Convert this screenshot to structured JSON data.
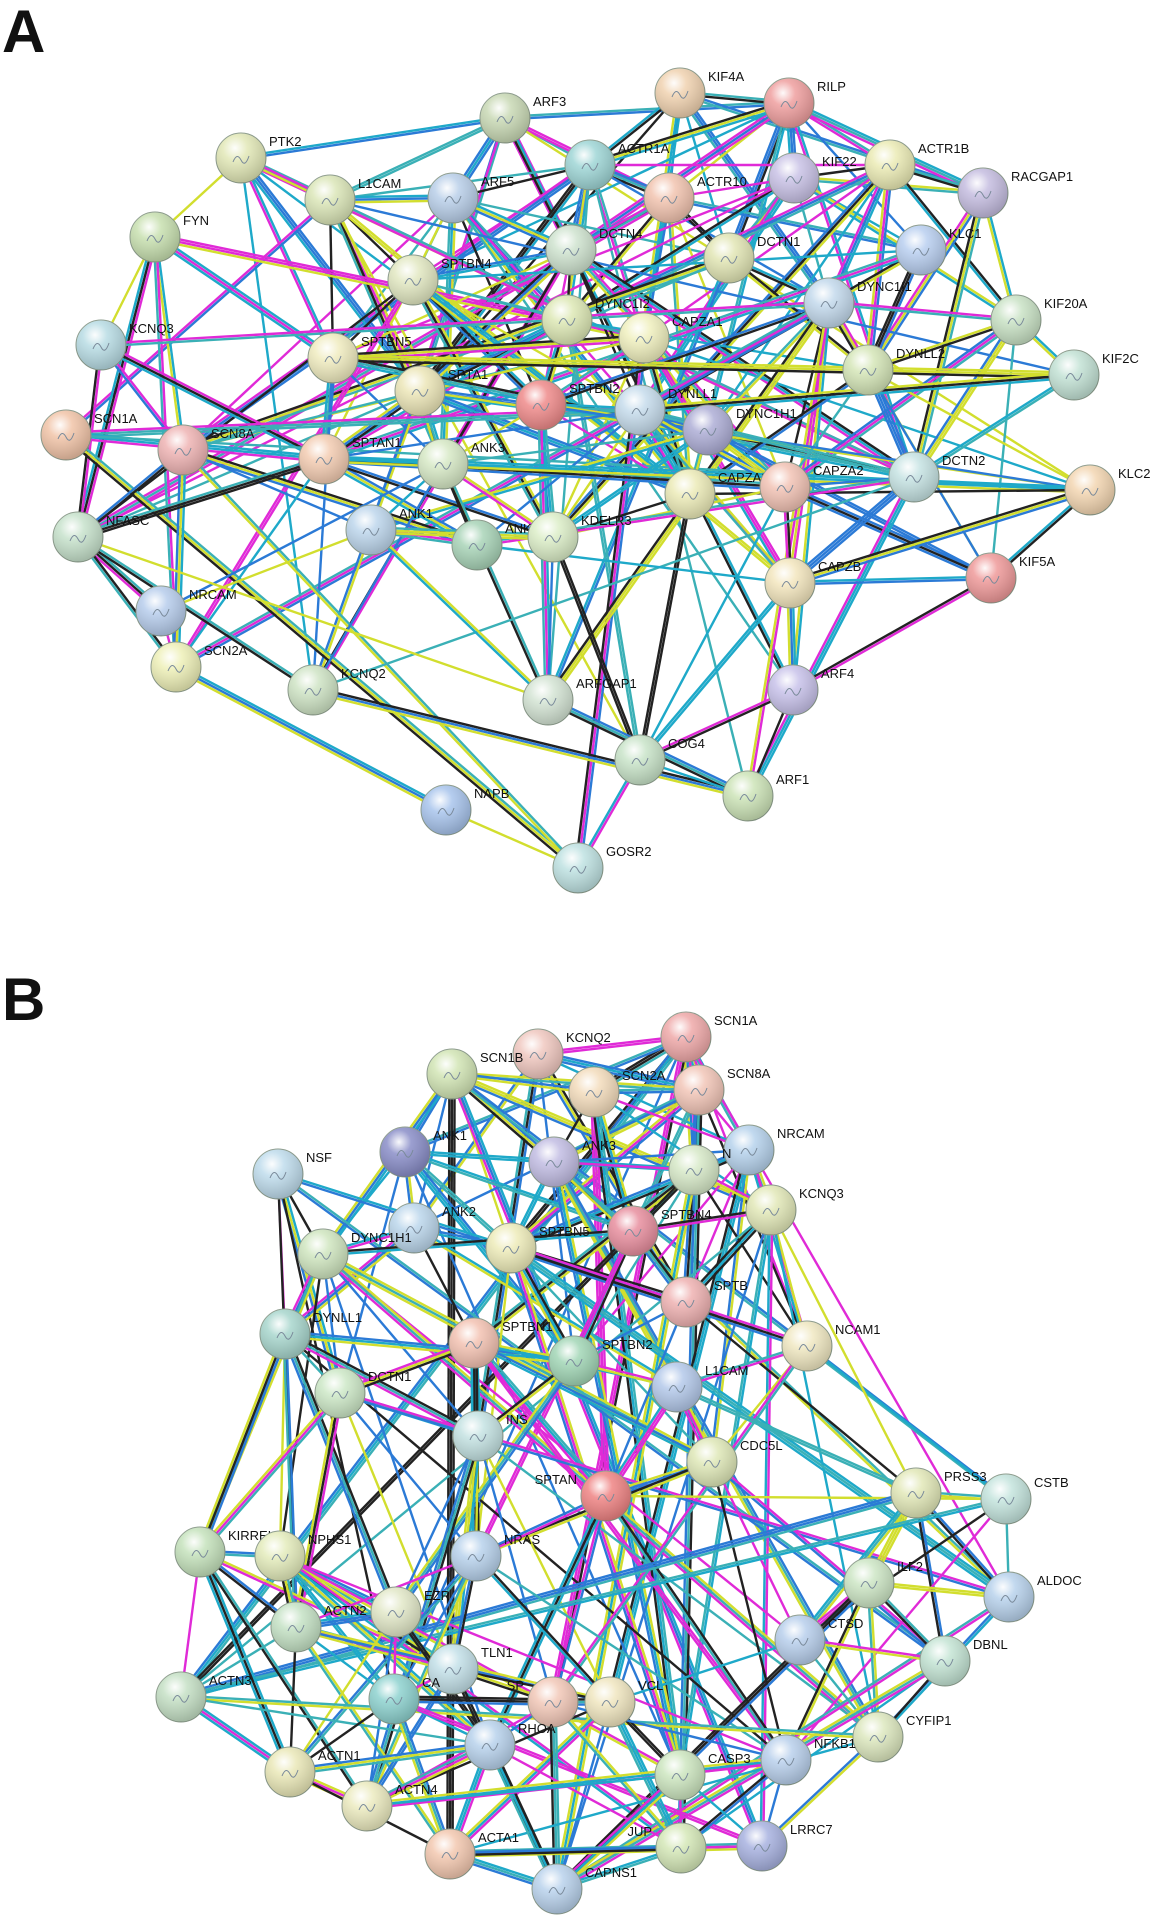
{
  "panels": [
    {
      "id": "A",
      "label": "A",
      "nodes": [
        {
          "name": "ARF3",
          "color": "#c9d9b5"
        },
        {
          "name": "KIF4A",
          "color": "#f0d2b0"
        },
        {
          "name": "RILP",
          "color": "#ef9f9f"
        },
        {
          "name": "ACTR1A",
          "color": "#9fd6d6"
        },
        {
          "name": "ARF5",
          "color": "#b9cfe9"
        },
        {
          "name": "ACTR10",
          "color": "#f2c4b0"
        },
        {
          "name": "KIF22",
          "color": "#c9c2e6"
        },
        {
          "name": "ACTR1B",
          "color": "#ebebb5"
        },
        {
          "name": "RACGAP1",
          "color": "#c5bde0"
        },
        {
          "name": "PTK2",
          "color": "#e2e8b7"
        },
        {
          "name": "L1CAM",
          "color": "#dbe6b8"
        },
        {
          "name": "FYN",
          "color": "#c8e0b0"
        },
        {
          "name": "DCTN4",
          "color": "#cfe3cf"
        },
        {
          "name": "DCTN1",
          "color": "#e2e6b5"
        },
        {
          "name": "KLC1",
          "color": "#b9cff0"
        },
        {
          "name": "SPTBN4",
          "color": "#e2e8c2"
        },
        {
          "name": "DYNC1I2",
          "color": "#dde8b5"
        },
        {
          "name": "CAPZA1",
          "color": "#f0f0bf"
        },
        {
          "name": "DYNC1I1",
          "color": "#c3d9ec"
        },
        {
          "name": "KIF20A",
          "color": "#c9e2c5"
        },
        {
          "name": "KCNQ3",
          "color": "#b8dce4"
        },
        {
          "name": "SPTBN5",
          "color": "#f0ecc0"
        },
        {
          "name": "SPTA1",
          "color": "#ece6b8"
        },
        {
          "name": "DYNLL2",
          "color": "#d5e6b8"
        },
        {
          "name": "KIF2C",
          "color": "#c3e2d5"
        },
        {
          "name": "SCN1A",
          "color": "#f1c4a8"
        },
        {
          "name": "SPTBN2",
          "color": "#ef8b8b"
        },
        {
          "name": "DYNLL1",
          "color": "#c6dcec"
        },
        {
          "name": "DYNC1H1",
          "color": "#aeaed6"
        },
        {
          "name": "SCN8A",
          "color": "#efb4b4"
        },
        {
          "name": "SPTAN1",
          "color": "#f3ccb2"
        },
        {
          "name": "ANK3",
          "color": "#d7e9c6"
        },
        {
          "name": "CAPZA3",
          "color": "#ecebb8"
        },
        {
          "name": "CAPZA2",
          "color": "#f2c3b5"
        },
        {
          "name": "DCTN2",
          "color": "#c6e3e3"
        },
        {
          "name": "KLC2",
          "color": "#f3d6b2"
        },
        {
          "name": "NFASC",
          "color": "#c7e2cc"
        },
        {
          "name": "ANK1",
          "color": "#bdd6ec"
        },
        {
          "name": "ANK2",
          "color": "#a9d4b8"
        },
        {
          "name": "KDELR3",
          "color": "#dceec8"
        },
        {
          "name": "KIF5A",
          "color": "#ef9a9a"
        },
        {
          "name": "NRCAM",
          "color": "#b7cdec"
        },
        {
          "name": "CAPZB",
          "color": "#f3e6be"
        },
        {
          "name": "SCN2A",
          "color": "#eef0b8"
        },
        {
          "name": "KCNQ2",
          "color": "#cfe4c5"
        },
        {
          "name": "ARFGAP1",
          "color": "#d4e4d4"
        },
        {
          "name": "ARF4",
          "color": "#c8c2ea"
        },
        {
          "name": "COG4",
          "color": "#c9e4c9"
        },
        {
          "name": "ARF1",
          "color": "#cde4b8"
        },
        {
          "name": "NAPB",
          "color": "#a8c4ec"
        },
        {
          "name": "GOSR2",
          "color": "#bfe2e2"
        }
      ]
    },
    {
      "id": "B",
      "label": "B",
      "nodes": [
        {
          "name": "SCN1A",
          "color": "#efa9a9"
        },
        {
          "name": "KCNQ2",
          "color": "#f0c8c0"
        },
        {
          "name": "SCN1B",
          "color": "#d2e5b5"
        },
        {
          "name": "SCN8A",
          "color": "#f2c6b8"
        },
        {
          "name": "SCN2A",
          "color": "#f3dcbc"
        },
        {
          "name": "NRCAM",
          "color": "#b6d2ec"
        },
        {
          "name": "ANK1",
          "color": "#8a8ec8"
        },
        {
          "name": "ANK3",
          "color": "#c2bde3"
        },
        {
          "name": "NSF",
          "color": "#bfdcec"
        },
        {
          "name": "N",
          "color": "#d7e9c8"
        },
        {
          "name": "KCNQ3",
          "color": "#e2e8b8"
        },
        {
          "name": "ANK2",
          "color": "#bcd7ec"
        },
        {
          "name": "SPTBN5",
          "color": "#eeecba"
        },
        {
          "name": "SPTBN4",
          "color": "#e88f9f"
        },
        {
          "name": "DYNC1H1",
          "color": "#d0e6c0"
        },
        {
          "name": "DYNLL1",
          "color": "#a8d6cd"
        },
        {
          "name": "SPTB",
          "color": "#efb2b2"
        },
        {
          "name": "SPTBN1",
          "color": "#f3c2b2"
        },
        {
          "name": "NCAM1",
          "color": "#f0e8c2"
        },
        {
          "name": "SPTBN2",
          "color": "#a2d6b6"
        },
        {
          "name": "DCTN1",
          "color": "#cde8c7"
        },
        {
          "name": "L1CAM",
          "color": "#b4c9ea"
        },
        {
          "name": "INS",
          "color": "#c4e2e2"
        },
        {
          "name": "CDC5L",
          "color": "#dfe8b8"
        },
        {
          "name": "SPTAN",
          "color": "#ef8484"
        },
        {
          "name": "PRSS3",
          "color": "#e2e8b8"
        },
        {
          "name": "CSTB",
          "color": "#c4e4dd"
        },
        {
          "name": "KIRREL",
          "color": "#c5e2bc"
        },
        {
          "name": "NPHS1",
          "color": "#e4ecbc"
        },
        {
          "name": "NRAS",
          "color": "#b8d2ec"
        },
        {
          "name": "ILF2",
          "color": "#cde6c5"
        },
        {
          "name": "ALDOC",
          "color": "#b8d2ec"
        },
        {
          "name": "ACTN2",
          "color": "#c5e2c5"
        },
        {
          "name": "EZR",
          "color": "#e2e8c8"
        },
        {
          "name": "CTSD",
          "color": "#b8cfec"
        },
        {
          "name": "DBNL",
          "color": "#c4e4d4"
        },
        {
          "name": "ACTN3",
          "color": "#c5e0c5"
        },
        {
          "name": "TLN1",
          "color": "#c3e0e8"
        },
        {
          "name": "CA",
          "color": "#8ed2cf"
        },
        {
          "name": "VCL",
          "color": "#f0e6c0"
        },
        {
          "name": "SP",
          "color": "#f2c8b8"
        },
        {
          "name": "CYFIP1",
          "color": "#dde8bf"
        },
        {
          "name": "RHOA",
          "color": "#b8d2ec"
        },
        {
          "name": "NFKB1",
          "color": "#b9d0ec"
        },
        {
          "name": "ACTN1",
          "color": "#eae8b8"
        },
        {
          "name": "CASP3",
          "color": "#cde6c0"
        },
        {
          "name": "ACTN4",
          "color": "#ecebc0"
        },
        {
          "name": "ACTA1",
          "color": "#f3c8b0"
        },
        {
          "name": "LRRC7",
          "color": "#a8b2e0"
        },
        {
          "name": "JUP",
          "color": "#d5e8b8"
        },
        {
          "name": "CAPNS1",
          "color": "#b9d2ec"
        }
      ]
    }
  ],
  "edge_colors": [
    "#d2de2e",
    "#e02ad7",
    "#1ea9c9",
    "#222222",
    "#2b7ad6",
    "#3ab0b6"
  ]
}
